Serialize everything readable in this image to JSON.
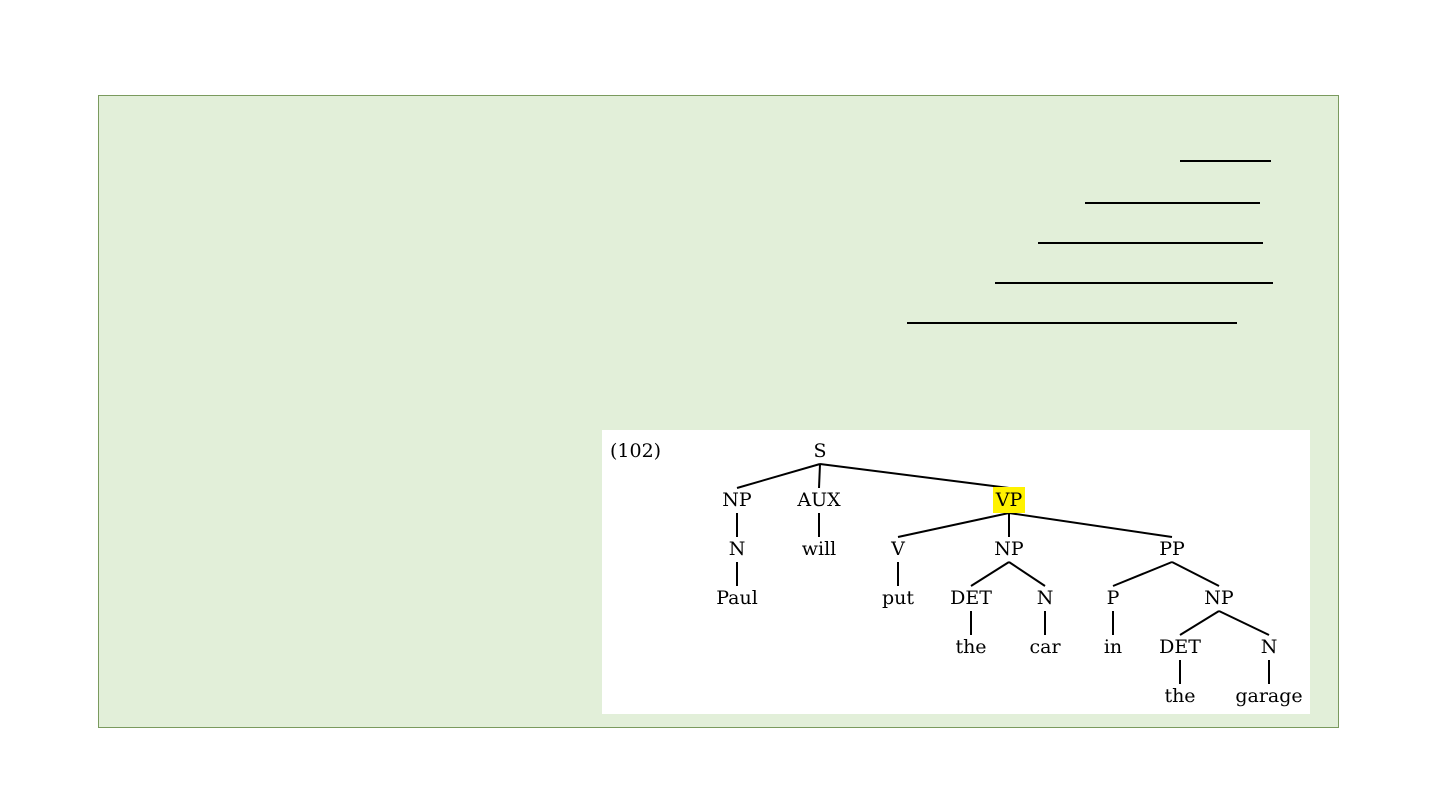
{
  "example_label": "(102)",
  "highlight_color": "#fff200",
  "panel_color": "#e2efd9",
  "tree": {
    "nodes": [
      {
        "id": "S",
        "label": "S"
      },
      {
        "id": "NP1",
        "label": "NP"
      },
      {
        "id": "AUX",
        "label": "AUX"
      },
      {
        "id": "VP",
        "label": "VP",
        "highlighted": true
      },
      {
        "id": "N1",
        "label": "N"
      },
      {
        "id": "will",
        "label": "will"
      },
      {
        "id": "V",
        "label": "V"
      },
      {
        "id": "NP2",
        "label": "NP"
      },
      {
        "id": "PP",
        "label": "PP"
      },
      {
        "id": "Paul",
        "label": "Paul"
      },
      {
        "id": "put",
        "label": "put"
      },
      {
        "id": "DET1",
        "label": "DET"
      },
      {
        "id": "N2",
        "label": "N"
      },
      {
        "id": "P",
        "label": "P"
      },
      {
        "id": "NP3",
        "label": "NP"
      },
      {
        "id": "the1",
        "label": "the"
      },
      {
        "id": "car",
        "label": "car"
      },
      {
        "id": "in",
        "label": "in"
      },
      {
        "id": "DET2",
        "label": "DET"
      },
      {
        "id": "N3",
        "label": "N"
      },
      {
        "id": "the2",
        "label": "the"
      },
      {
        "id": "garage",
        "label": "garage"
      }
    ],
    "edges": [
      [
        "S",
        "NP1"
      ],
      [
        "S",
        "AUX"
      ],
      [
        "S",
        "VP"
      ],
      [
        "NP1",
        "N1"
      ],
      [
        "N1",
        "Paul"
      ],
      [
        "AUX",
        "will"
      ],
      [
        "VP",
        "V"
      ],
      [
        "VP",
        "NP2"
      ],
      [
        "VP",
        "PP"
      ],
      [
        "V",
        "put"
      ],
      [
        "NP2",
        "DET1"
      ],
      [
        "NP2",
        "N2"
      ],
      [
        "DET1",
        "the1"
      ],
      [
        "N2",
        "car"
      ],
      [
        "PP",
        "P"
      ],
      [
        "PP",
        "NP3"
      ],
      [
        "P",
        "in"
      ],
      [
        "NP3",
        "DET2"
      ],
      [
        "NP3",
        "N3"
      ],
      [
        "DET2",
        "the2"
      ],
      [
        "N3",
        "garage"
      ]
    ]
  }
}
